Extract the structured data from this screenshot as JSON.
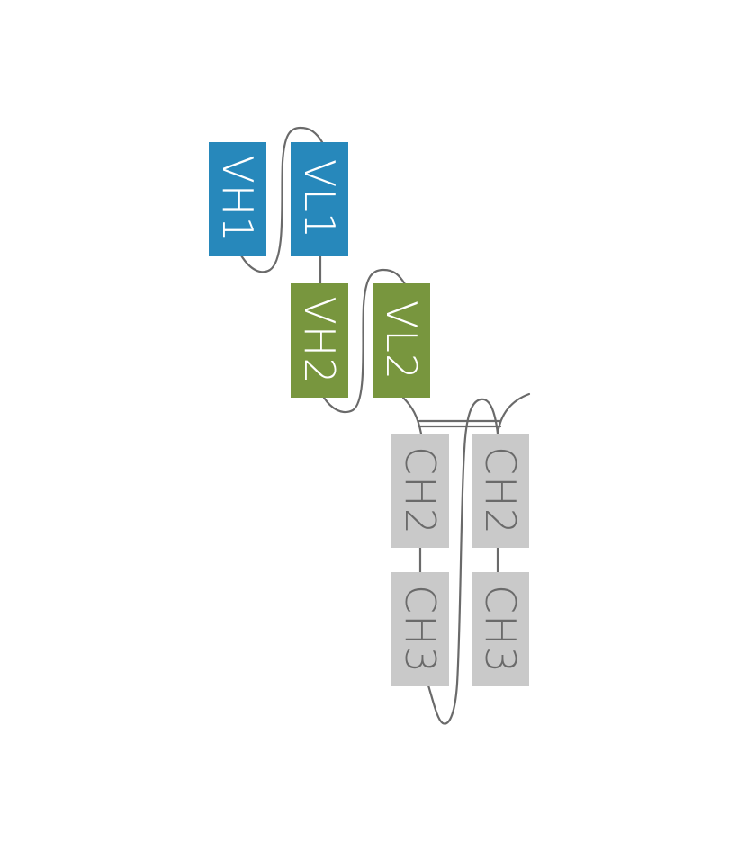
{
  "diagram": {
    "colors": {
      "variable_heavy": "#2788bb",
      "variable_light_1": "#2788bb",
      "variable_2": "#78963e",
      "constant": "#c9c9c9",
      "label_on_dark": "#ffffff",
      "label_on_light": "#6a6a6a",
      "connector": "#6a6a6a"
    },
    "domains": [
      {
        "id": "vh1",
        "label": "VH1"
      },
      {
        "id": "vl1",
        "label": "VL1"
      },
      {
        "id": "vh2",
        "label": "VH2"
      },
      {
        "id": "vl2",
        "label": "VL2"
      },
      {
        "id": "ch2-left",
        "label": "CH2"
      },
      {
        "id": "ch2-right",
        "label": "CH2"
      },
      {
        "id": "ch3-left",
        "label": "CH3"
      },
      {
        "id": "ch3-right",
        "label": "CH3"
      }
    ]
  }
}
